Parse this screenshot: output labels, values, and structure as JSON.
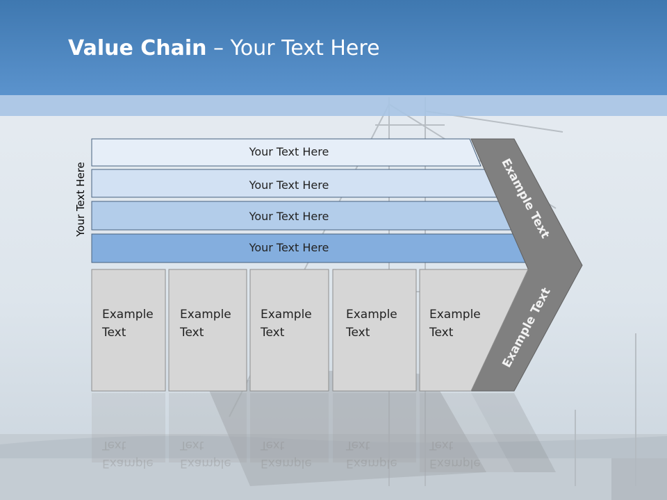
{
  "title": {
    "bold": "Value Chain",
    "rest": " – Your Text Here"
  },
  "side_label": "Your Text Here",
  "bars": [
    {
      "label": "Your Text Here",
      "fill": "#e6eef8"
    },
    {
      "label": "Your Text Here",
      "fill": "#d2e1f3"
    },
    {
      "label": "Your Text Here",
      "fill": "#b3cdea"
    },
    {
      "label": "Your Text Here",
      "fill": "#84aede"
    }
  ],
  "boxes": [
    {
      "line1": "Example",
      "line2": "Text"
    },
    {
      "line1": "Example",
      "line2": "Text"
    },
    {
      "line1": "Example",
      "line2": "Text"
    },
    {
      "line1": "Example",
      "line2": "Text"
    },
    {
      "line1": "Example",
      "line2": "Text"
    }
  ],
  "chevron": {
    "top_label": "Example Text",
    "bottom_label": "Example Text",
    "fill": "#808080"
  },
  "colors": {
    "header": "#4d86c2",
    "box_fill": "#d6d6d6"
  }
}
